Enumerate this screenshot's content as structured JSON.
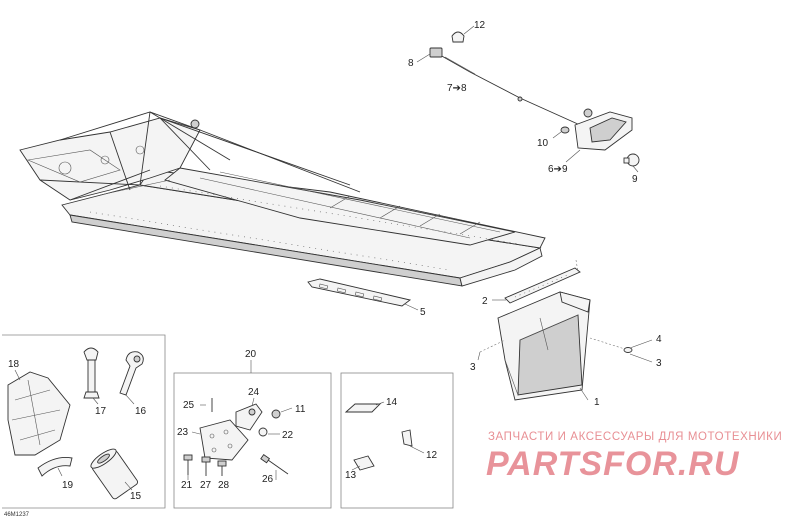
{
  "callouts": [
    {
      "id": "c1",
      "text": "1"
    },
    {
      "id": "c2",
      "text": "2"
    },
    {
      "id": "c3a",
      "text": "3"
    },
    {
      "id": "c3b",
      "text": "3"
    },
    {
      "id": "c4",
      "text": "4"
    },
    {
      "id": "c5",
      "text": "5"
    },
    {
      "id": "c6",
      "text": "6➔9"
    },
    {
      "id": "c7",
      "text": "7➔8"
    },
    {
      "id": "c8",
      "text": "8"
    },
    {
      "id": "c9",
      "text": "9"
    },
    {
      "id": "c10",
      "text": "10"
    },
    {
      "id": "c11",
      "text": "11"
    },
    {
      "id": "c12a",
      "text": "12"
    },
    {
      "id": "c12b",
      "text": "12"
    },
    {
      "id": "c13",
      "text": "13"
    },
    {
      "id": "c14",
      "text": "14"
    },
    {
      "id": "c15",
      "text": "15"
    },
    {
      "id": "c16",
      "text": "16"
    },
    {
      "id": "c17",
      "text": "17"
    },
    {
      "id": "c18",
      "text": "18"
    },
    {
      "id": "c19",
      "text": "19"
    },
    {
      "id": "c20",
      "text": "20"
    },
    {
      "id": "c21",
      "text": "21"
    },
    {
      "id": "c22",
      "text": "22"
    },
    {
      "id": "c23",
      "text": "23"
    },
    {
      "id": "c24",
      "text": "24"
    },
    {
      "id": "c25",
      "text": "25"
    },
    {
      "id": "c26",
      "text": "26"
    },
    {
      "id": "c27",
      "text": "27"
    },
    {
      "id": "c28",
      "text": "28"
    }
  ],
  "watermark": {
    "tagline": "ЗАПЧАСТИ И АКСЕССУАРЫ ДЛЯ МОТОТЕХНИКИ",
    "logo": "PARTSFOR.RU"
  },
  "drawing_code": "46M1237",
  "colors": {
    "watermark": "#e8939a",
    "ink": "#333333"
  }
}
